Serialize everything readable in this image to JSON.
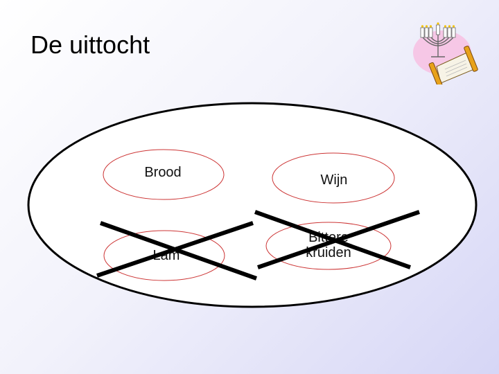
{
  "slide": {
    "title": "De uittocht",
    "decoration_icon": "menorah-and-torah-scroll-icon"
  },
  "diagram": {
    "items": [
      {
        "label": "Brood",
        "crossed_out": false
      },
      {
        "label": "Wijn",
        "crossed_out": false
      },
      {
        "label": "Lam",
        "crossed_out": true
      },
      {
        "label_line1": "Bittere",
        "label_line2": "kruiden",
        "crossed_out": true
      }
    ],
    "colors": {
      "outer_ellipse_stroke": "#000000",
      "outer_ellipse_fill": "#ffffff",
      "inner_ellipse_stroke": "#cc3333",
      "cross_stroke": "#000000"
    }
  }
}
